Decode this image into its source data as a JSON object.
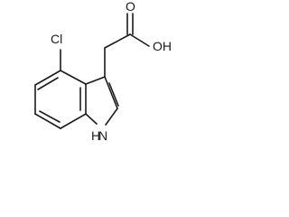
{
  "compound": {
    "atoms": {
      "chlorine": "Cl",
      "hydroxyl": "OH",
      "carbonyl_oxygen": "O",
      "ring_nitrogen": "N",
      "nitrogen_hydrogen": "H"
    }
  }
}
